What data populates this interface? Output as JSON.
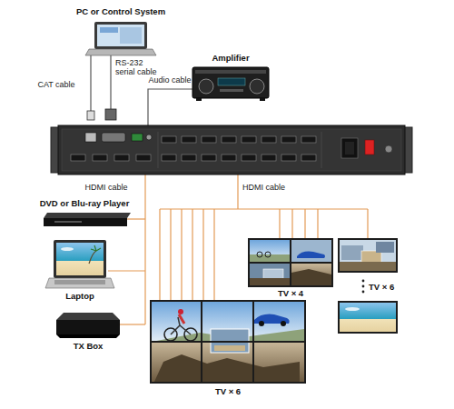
{
  "diagram": {
    "nodes": [
      {
        "text": [
          "PC or Control System"
        ]
      },
      {
        "text": [
          "Amplifier"
        ]
      },
      {
        "text": [
          "DVD or Blu-ray Player"
        ]
      },
      {
        "text": [
          "Laptop"
        ]
      },
      {
        "text": [
          "TX Box"
        ]
      },
      {
        "text": [
          "TV × 6"
        ]
      },
      {
        "text": [
          "TV × 4"
        ]
      },
      {
        "text": [
          "TV × 6"
        ]
      }
    ],
    "labels": [
      "CAT cable",
      "RS-232 serial cable",
      "Audio cable",
      "HDMI cable",
      "HDMI cable"
    ]
  }
}
